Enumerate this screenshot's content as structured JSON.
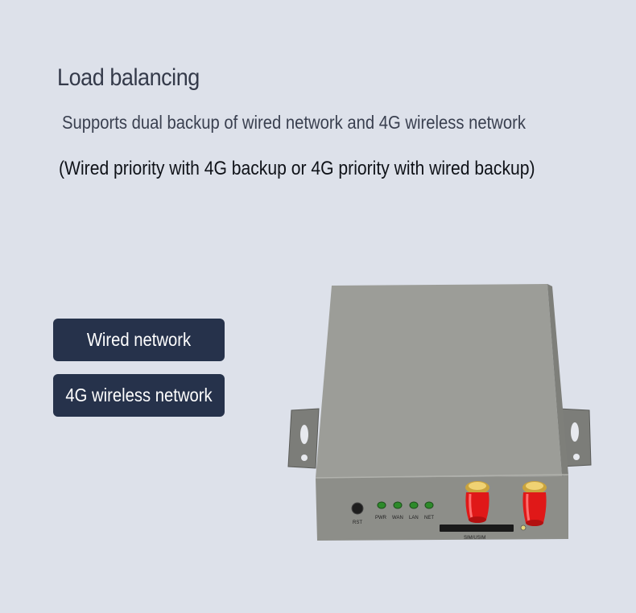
{
  "header": {
    "title": "Load balancing",
    "subtitle": "Supports dual backup of wired network and 4G wireless network",
    "note": "(Wired priority with 4G backup or 4G priority with wired backup)"
  },
  "options": [
    {
      "label": "Wired network"
    },
    {
      "label": "4G wireless network"
    }
  ],
  "device": {
    "rst_label": "RST",
    "leds": [
      "PWR",
      "WAN",
      "LAN",
      "NET"
    ],
    "sim_label": "SIM/USIM"
  },
  "colors": {
    "background": "#dde1ea",
    "pill": "#26324b",
    "device_body": "#9d9e99",
    "antenna": "#e01818",
    "led": "#2d8a2a"
  }
}
